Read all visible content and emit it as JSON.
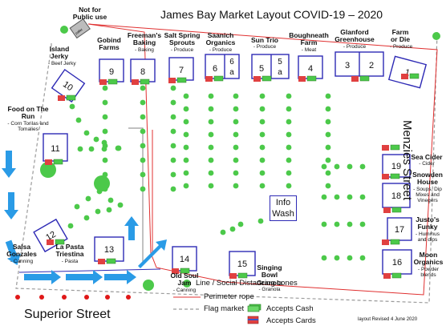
{
  "title": "James Bay Market Layout COVID-19 – 2020",
  "streets": {
    "right": "Menzies Street",
    "bottom": "Superior Street"
  },
  "not_for_public": "Not for Public use",
  "info_box": {
    "line1": "Info",
    "line2": "Wash"
  },
  "legend": {
    "cones": "Line / Social Distancing cones",
    "perimeter": "Perimeter rope",
    "flag": "Flag market",
    "cash": "Accepts Cash",
    "cards": "Accepts Cards"
  },
  "revised": "layout Revised 4 June 2020",
  "colors": {
    "booth_border": "#2e2ab5",
    "cone": "#4cc94a",
    "perimeter_rope": "#e03030",
    "flag_market": "#9a9a9a",
    "arrow": "#2a9be6",
    "cash": "#4cc94a",
    "card": "#e04040",
    "card_stripe": "#3a56c8"
  },
  "vendors": [
    {
      "name": "Island Jerky",
      "product": "- Beef Jerky",
      "booths": [
        "10"
      ]
    },
    {
      "name": "Gobind Farms",
      "product": "",
      "booths": [
        "9"
      ]
    },
    {
      "name": "Freeman's Baking",
      "product": "- Baking",
      "booths": [
        "8"
      ]
    },
    {
      "name": "Salt Spring Sprouts",
      "product": "- Produce",
      "booths": [
        "7"
      ]
    },
    {
      "name": "Saanich Organics",
      "product": "- Produce",
      "booths": [
        "6",
        "6 a"
      ]
    },
    {
      "name": "Sun Trio",
      "product": "- Produce",
      "booths": [
        "5",
        "5 a"
      ]
    },
    {
      "name": "Boughneath Farm",
      "product": "- Meat",
      "booths": [
        "4"
      ]
    },
    {
      "name": "Glanford Greenhouse",
      "product": "- Produce",
      "booths": [
        "3",
        "2"
      ]
    },
    {
      "name": "Farm or Die",
      "product": "- Produce",
      "booths": [
        "1"
      ]
    },
    {
      "name": "Food on The Run",
      "product": "- Corn Torilas and Tomalies",
      "booths": [
        "11"
      ]
    },
    {
      "name": "Salsa Gonzales",
      "product": "- Canning",
      "booths": [
        "12"
      ]
    },
    {
      "name": "La Pasta Triestina",
      "product": "- Pasta",
      "booths": [
        "13"
      ]
    },
    {
      "name": "Old Soul Jam",
      "product": "- Canning",
      "booths": [
        "14"
      ]
    },
    {
      "name": "Singing Bowl Granola",
      "product": "- Granola",
      "booths": [
        "15"
      ]
    },
    {
      "name": "Moon Organics",
      "product": "- Powder blends",
      "booths": [
        "16"
      ]
    },
    {
      "name": "Justo's Funky",
      "product": "- Hummus and dips",
      "booths": [
        "17"
      ]
    },
    {
      "name": "Snowden House",
      "product": "- Soups, Dip Mixes and Vinegers",
      "booths": [
        "18"
      ]
    },
    {
      "name": "Sea Cider",
      "product": "- Cider",
      "booths": [
        "19"
      ]
    }
  ],
  "booth_numbers": {
    "b1": "1",
    "b2": "2",
    "b3": "3",
    "b4": "4",
    "b5": "5",
    "b5a": "5 a",
    "b6": "6",
    "b6a": "6 a",
    "b7": "7",
    "b8": "8",
    "b9": "9",
    "b10": "10",
    "b11": "11",
    "b12": "12",
    "b13": "13",
    "b14": "14",
    "b15": "15",
    "b16": "16",
    "b17": "17",
    "b18": "18",
    "b19": "19"
  }
}
